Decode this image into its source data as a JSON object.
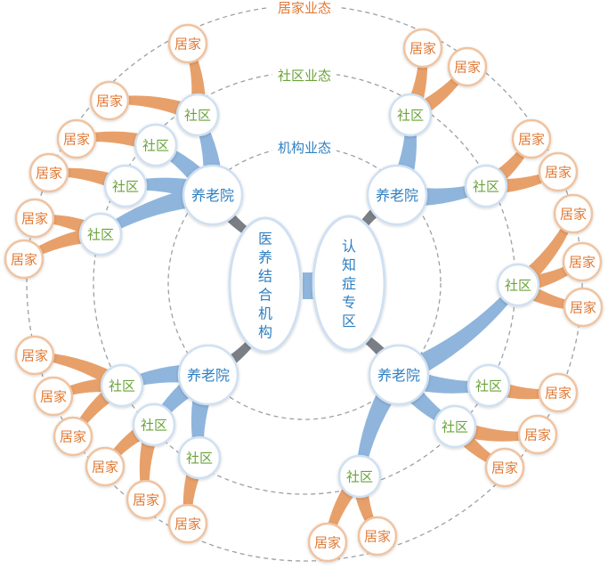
{
  "labels": {
    "outer_ring": "居家业态",
    "middle_ring": "社区业态",
    "inner_ring": "机构业态",
    "left_core": "医养结合机构",
    "right_core": "认知症专区",
    "nursing_home": "养老院",
    "community": "社区",
    "home": "居家"
  },
  "colors": {
    "blue_branch": "#8fb5dc",
    "orange_branch": "#e8a06a",
    "gray_connector": "#7a7f86",
    "node_stroke": "#cfe0f1",
    "home_stroke": "#f0c3a0",
    "ring": "#9aa0a6",
    "text_blue": "#2f7fc1",
    "text_green": "#6aa33a",
    "text_orange": "#e07a35"
  }
}
